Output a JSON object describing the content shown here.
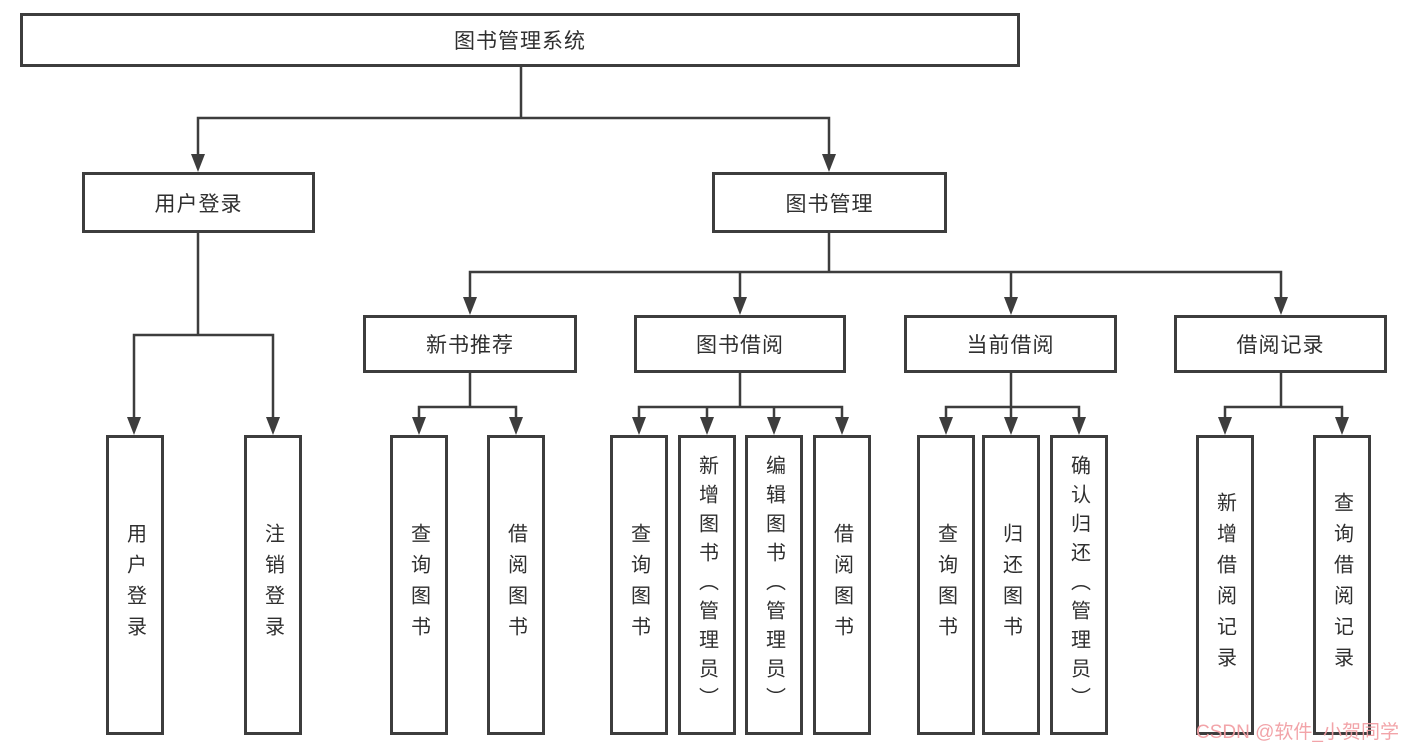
{
  "tree": {
    "root": {
      "label": "图书管理系统"
    },
    "branches": [
      {
        "label": "用户登录",
        "leaves": [
          {
            "label": "用户登录"
          },
          {
            "label": "注销登录"
          }
        ]
      },
      {
        "label": "图书管理",
        "sections": [
          {
            "label": "新书推荐",
            "leaves": [
              {
                "label": "查询图书"
              },
              {
                "label": "借阅图书"
              }
            ]
          },
          {
            "label": "图书借阅",
            "leaves": [
              {
                "label": "查询图书"
              },
              {
                "label": "新增图书（管理员）"
              },
              {
                "label": "编辑图书（管理员）"
              },
              {
                "label": "借阅图书"
              }
            ]
          },
          {
            "label": "当前借阅",
            "leaves": [
              {
                "label": "查询图书"
              },
              {
                "label": "归还图书"
              },
              {
                "label": "确认归还（管理员）"
              }
            ]
          },
          {
            "label": "借阅记录",
            "leaves": [
              {
                "label": "新增借阅记录"
              },
              {
                "label": "查询借阅记录"
              }
            ]
          }
        ]
      }
    ]
  },
  "watermark": {
    "text": "CSDN @软件_小贺同学"
  },
  "colors": {
    "line": "#3d3d3d",
    "box_border": "#3d3d3d",
    "text": "#2f2f2f",
    "background": "#ffffff",
    "watermark": "#f2a0a5"
  }
}
